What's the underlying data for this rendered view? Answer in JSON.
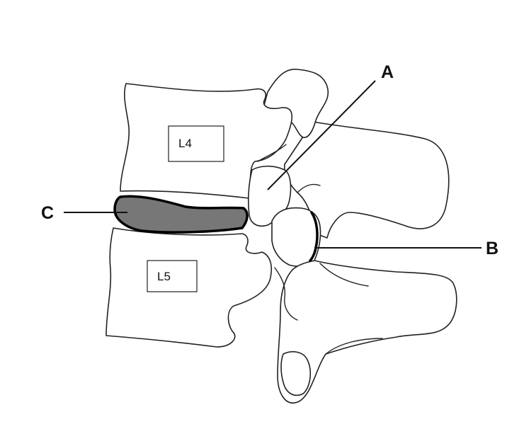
{
  "labels": {
    "a": "A",
    "b": "B",
    "c": "C"
  },
  "vertebrae": {
    "upper": "L4",
    "lower": "L5"
  },
  "colors": {
    "disc_fill": "#777777",
    "disc_stroke": "#000000",
    "line": "#222222",
    "background": "#ffffff"
  }
}
